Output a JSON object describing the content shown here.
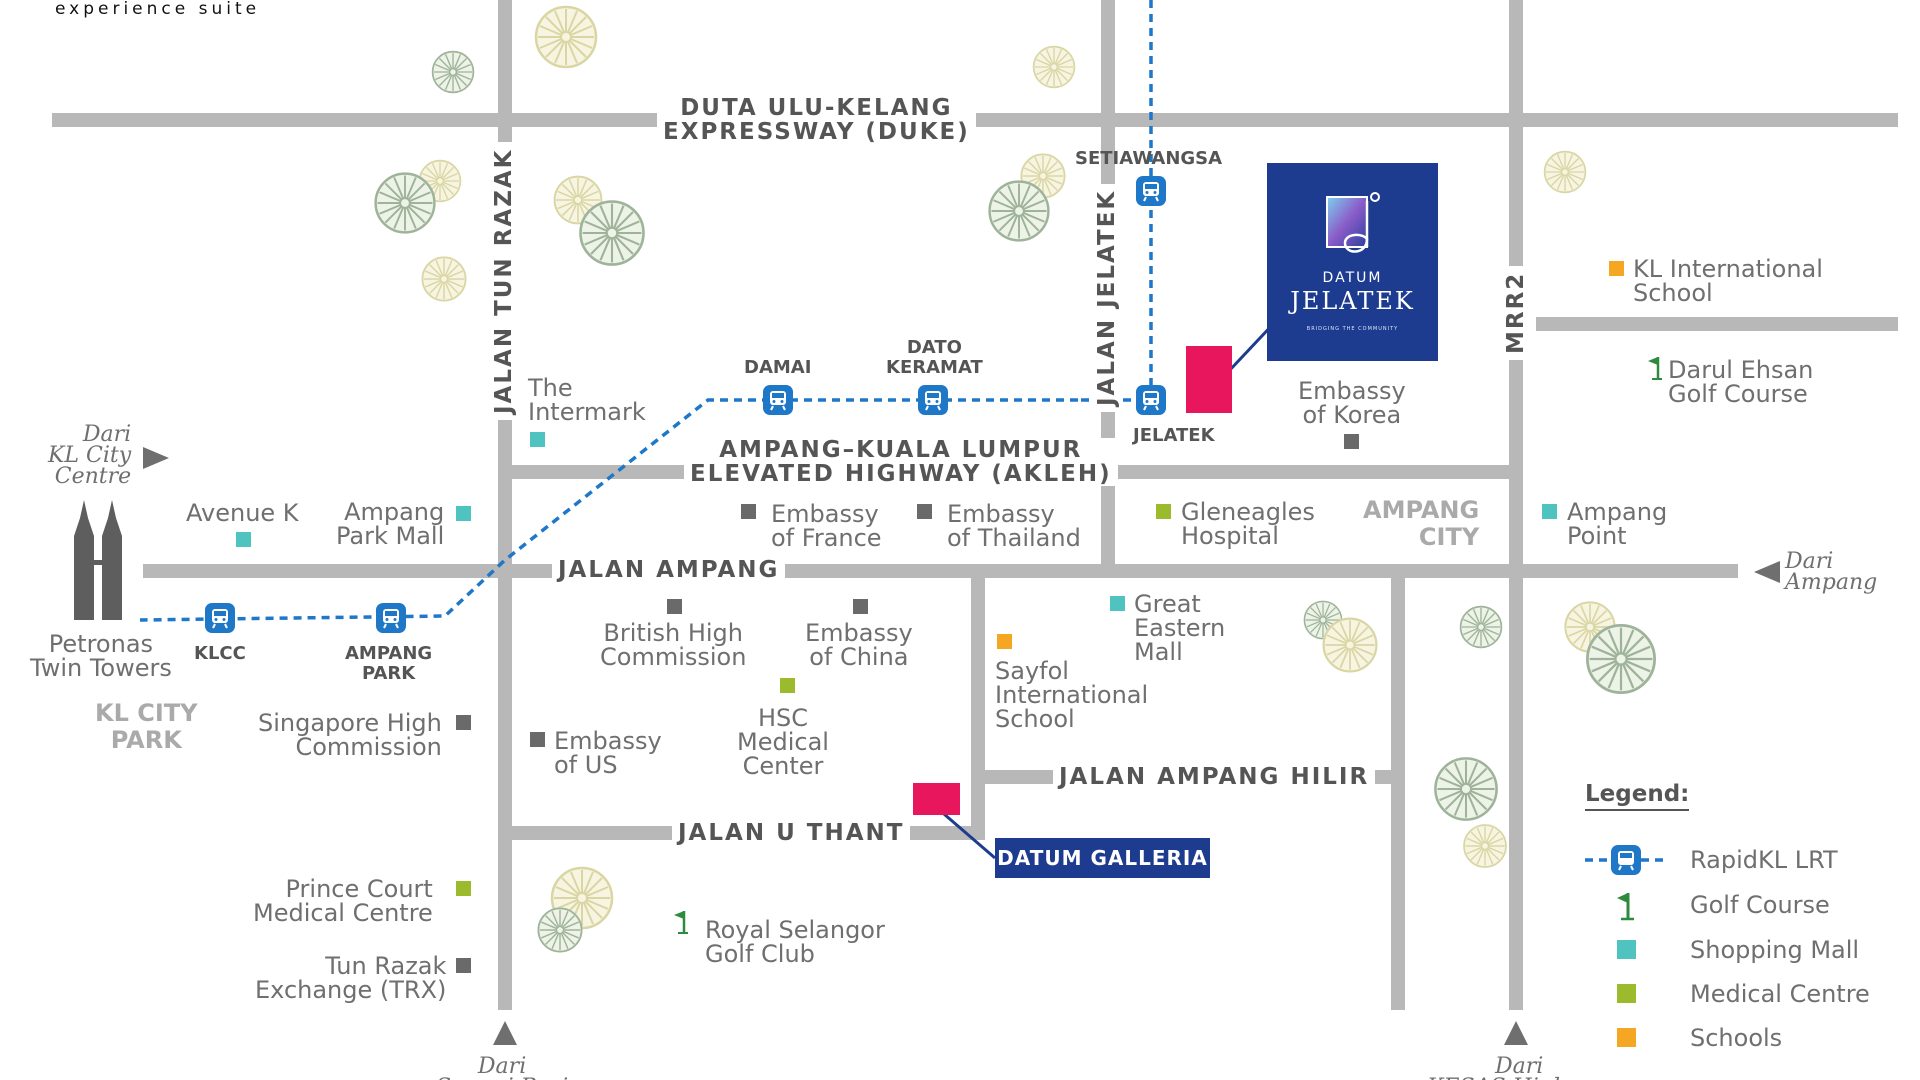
{
  "header": {
    "brand_text": "experience suite"
  },
  "colors": {
    "road": "#b8b8b8",
    "lrt": "#1f77c8",
    "brand_blue": "#1d3b8f",
    "marker_pink": "#e8175d",
    "embassy": "#6a6a6a",
    "shopping_mall": "#4fc3c0",
    "medical_centre": "#9bbb2d",
    "schools": "#f5a623",
    "golf": "#2e8b3d",
    "text": "#6f6f6f",
    "area_text": "#aaaaaa"
  },
  "roads": {
    "duke": "DUTA ULU-KELANG\nEXPRESSWAY (DUKE)",
    "akleh": "AMPANG–KUALA LUMPUR\nELEVATED HIGHWAY (AKLEH)",
    "jalan_ampang": "JALAN AMPANG",
    "jalan_u_thant": "JALAN U THANT",
    "jalan_ampang_hilir": "JALAN AMPANG HILIR",
    "jalan_tun_razak": "JALAN TUN RAZAK",
    "jalan_jelatek": "JALAN JELATEK",
    "mrr2": "MRR2"
  },
  "stations": {
    "setiawangsa": "SETIAWANGSA",
    "damai": "DAMAI",
    "dato_keramat": "DATO\nKERAMAT",
    "jelatek": "JELATEK",
    "klcc": "KLCC",
    "ampang_park": "AMPANG\nPARK"
  },
  "areas": {
    "kl_city_park": "KL CITY\nPARK",
    "ampang_city": "AMPANG\nCITY"
  },
  "directions": {
    "kl_city_centre": "Dari\nKL City\nCentre",
    "ampang": "Dari\nAmpang",
    "sungai_besi": "Dari\nSungai Besi",
    "kesas": "Dari\nKESAS Highway"
  },
  "places": {
    "intermark": "The\nIntermark",
    "avenue_k": "Avenue K",
    "ampang_park_mall": "Ampang\nPark Mall",
    "petronas": "Petronas\nTwin Towers",
    "embassy_france": "Embassy\nof France",
    "embassy_thailand": "Embassy\nof Thailand",
    "gleneagles": "Gleneagles\nHospital",
    "ampang_point": "Ampang\nPoint",
    "embassy_korea": "Embassy\nof Korea",
    "kl_international": "KL International\nSchool",
    "darul_ehsan": "Darul Ehsan\nGolf Course",
    "british": "British High\nCommission",
    "embassy_china": "Embassy\nof China",
    "great_eastern": "Great\nEastern\nMall",
    "sayfol": "Sayfol\nInternational\nSchool",
    "singapore": "Singapore High\nCommission",
    "embassy_us": "Embassy\nof US",
    "hsc": "HSC\nMedical\nCenter",
    "prince_court": "Prince Court\nMedical Centre",
    "trx": "Tun Razak\nExchange (TRX)",
    "royal_selangor": "Royal Selangor\nGolf Club"
  },
  "datum_jelatek": {
    "brand": "DATUM",
    "name": "JELATEK",
    "tagline": "BRIDGING THE COMMUNITY"
  },
  "datum_galleria": {
    "label": "DATUM GALLERIA"
  },
  "legend": {
    "title": "Legend:",
    "items": [
      {
        "icon": "lrt-icon",
        "label": "RapidKL LRT"
      },
      {
        "icon": "golf-flag-icon",
        "label": "Golf Course"
      },
      {
        "icon": "shopping-mall-square",
        "label": "Shopping Mall"
      },
      {
        "icon": "medical-centre-square",
        "label": "Medical Centre"
      },
      {
        "icon": "schools-square",
        "label": "Schools"
      }
    ]
  }
}
